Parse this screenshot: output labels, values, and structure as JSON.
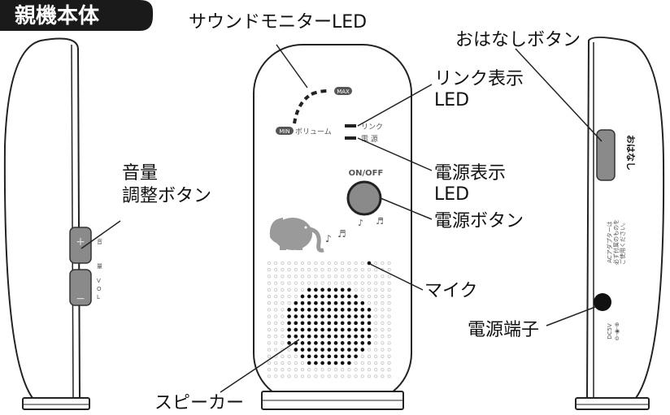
{
  "title": "親機本体",
  "labels": {
    "sound_monitor_led": "サウンドモニターLED",
    "link_led_line1": "リンク表示",
    "link_led_line2": "LED",
    "power_led_line1": "電源表示",
    "power_led_line2": "LED",
    "power_button": "電源ボタン",
    "mic": "マイク",
    "speaker": "スピーカー",
    "volume_line1": "音量",
    "volume_line2": "調整ボタン",
    "talk_button": "おはなしボタン",
    "power_jack": "電源端子"
  },
  "device_text": {
    "max": "MAX",
    "min": "MIN",
    "volume": "ボリューム",
    "link": "リンク",
    "power": "電 源",
    "on_off": "ON/OFF",
    "plus": "+",
    "minus": "−",
    "vol_kanji_1": "音",
    "vol_kanji_2": "量",
    "vol_v": "V",
    "vol_o": "O",
    "vol_l": "L",
    "talk_side": "おはなし",
    "ac_note_1": "ACアダプターは",
    "ac_note_2": "必ず付属のものを",
    "ac_note_3": "ご使用ください。",
    "dc_rating": "DC5V",
    "polarity": "⊖-◉-⊕"
  },
  "colors": {
    "title_bg": "#1a1a1a",
    "title_fg": "#ffffff",
    "outline": "#222222",
    "button_fill": "#8a8a8a",
    "elephant": "#9a9a9a",
    "speaker_hole": "#c8c8c8",
    "speaker_active": "#111111"
  }
}
